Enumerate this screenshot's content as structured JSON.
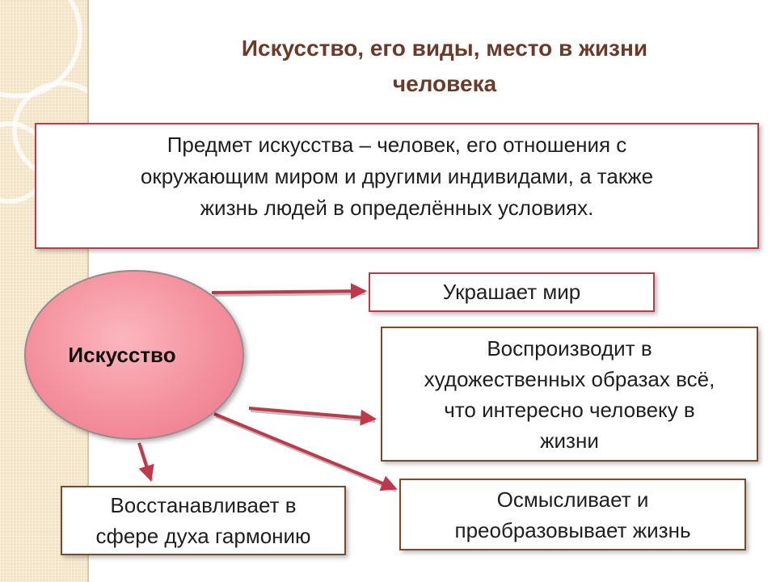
{
  "title": {
    "line1": "Искусство, его виды, место в жизни",
    "line2": "человека"
  },
  "definition": {
    "line1": "Предмет искусства – человек, его отношения с",
    "line2": "окружающим миром и другими индивидами, а также",
    "line3": "жизнь людей в определённых условиях."
  },
  "center": {
    "label": "Искусство"
  },
  "functions": {
    "decorates": {
      "line1": "Украшает мир"
    },
    "reproduces": {
      "line1": "Воспроизводит в",
      "line2": "художественных образах всё,",
      "line3": "что интересно человеку в",
      "line4": "жизни"
    },
    "restores": {
      "line1": "Восстанавливает в",
      "line2": "сфере духа гармонию"
    },
    "comprehends": {
      "line1": "Осмысливает и",
      "line2": "преобразовывает жизнь"
    }
  },
  "colors": {
    "arrow": "#c0394b",
    "title": "#6b3b2a",
    "ellipse_fill": "#f38d9b"
  }
}
